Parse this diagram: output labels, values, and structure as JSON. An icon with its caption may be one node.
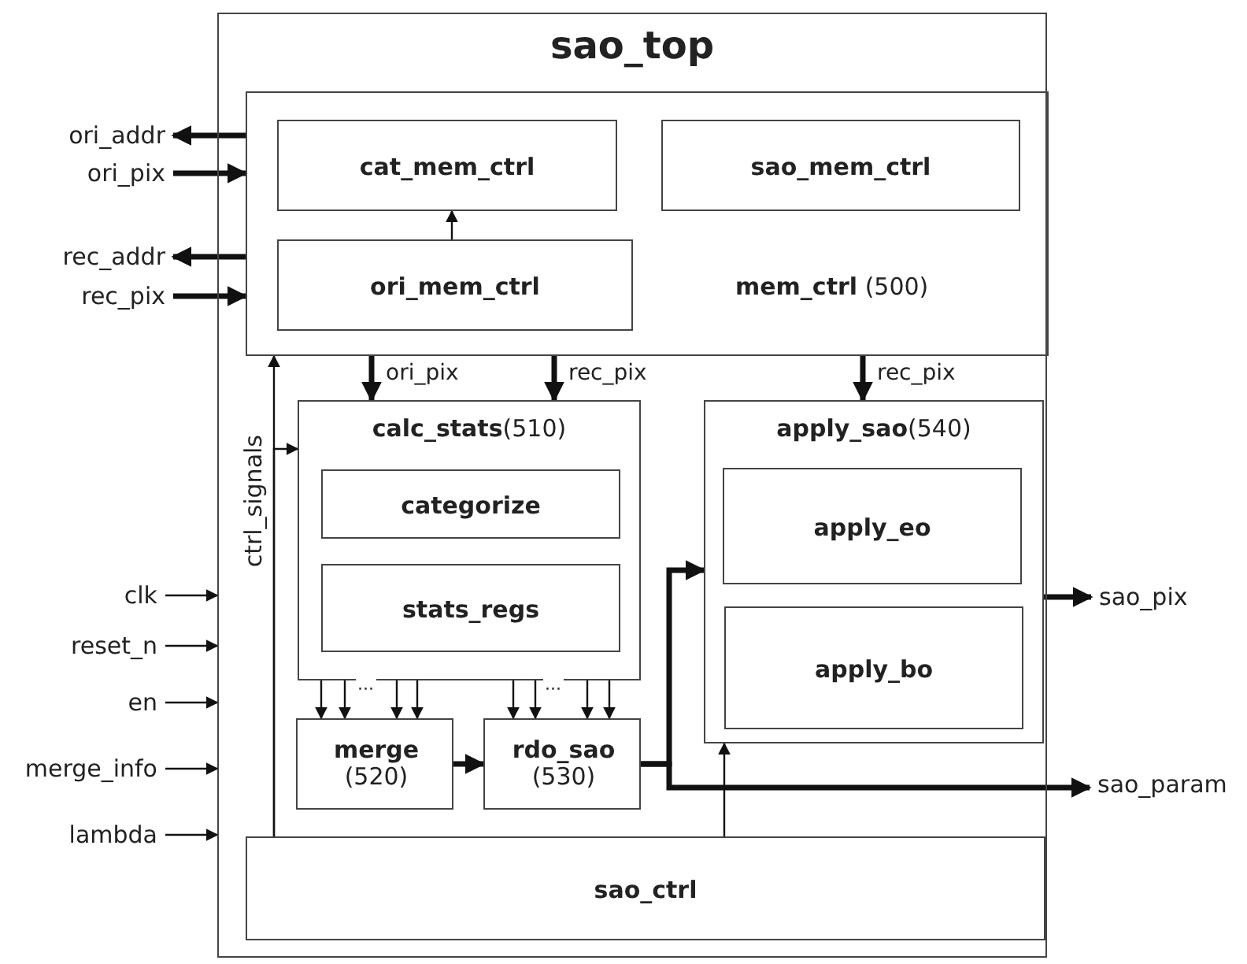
{
  "diagram": {
    "nodes": [
      {
        "text": [
          "sao_top"
        ]
      },
      {
        "text": [
          "**mem_ctrl** (500)"
        ],
        "in": 0
      },
      {
        "text": [
          "cat_mem_ctrl"
        ],
        "in": 1
      },
      {
        "text": [
          "sao_mem_ctrl"
        ],
        "in": 1
      },
      {
        "text": [
          "ori_mem_ctrl"
        ],
        "in": 1
      },
      {
        "text": [
          "**calc_stats**(510)"
        ],
        "in": 0
      },
      {
        "text": [
          "categorize"
        ],
        "in": 5
      },
      {
        "text": [
          "stats_regs"
        ],
        "in": 5
      },
      {
        "text": [
          "**apply_sao**(540)"
        ],
        "in": 0
      },
      {
        "text": [
          "apply_eo"
        ],
        "in": 8
      },
      {
        "text": [
          "apply_bo"
        ],
        "in": 8
      },
      {
        "text": [
          "**merge** (520)"
        ],
        "in": 0
      },
      {
        "text": [
          "**rdo_sao** (530)"
        ],
        "in": 0
      },
      {
        "text": [
          "sao_ctrl"
        ],
        "in": 0
      },
      {
        "text": [
          "ori_addr"
        ]
      },
      {
        "text": [
          "ori_pix"
        ]
      },
      {
        "text": [
          "rec_addr"
        ]
      },
      {
        "text": [
          "rec_pix"
        ]
      },
      {
        "text": [
          "clk"
        ]
      },
      {
        "text": [
          "reset_n"
        ]
      },
      {
        "text": [
          "en"
        ]
      },
      {
        "text": [
          "merge_info"
        ]
      },
      {
        "text": [
          "lambda"
        ]
      },
      {
        "text": [
          "sao_pix"
        ]
      },
      {
        "text": [
          "sao_param"
        ]
      }
    ],
    "edges": [
      {
        "from": 1,
        "to": 14,
        "arrow": "to",
        "style": "thick"
      },
      {
        "from": 15,
        "to": 1,
        "arrow": "to",
        "style": "thick"
      },
      {
        "from": 1,
        "to": 16,
        "arrow": "to",
        "style": "thick"
      },
      {
        "from": 17,
        "to": 1,
        "arrow": "to",
        "style": "thick"
      },
      {
        "from": 4,
        "to": 2,
        "arrow": "to"
      },
      {
        "from": 1,
        "to": 5,
        "arrow": "to",
        "label": "ori_pix",
        "style": "thick"
      },
      {
        "from": 1,
        "to": 5,
        "arrow": "to",
        "label": "rec_pix",
        "style": "thick"
      },
      {
        "from": 1,
        "to": 8,
        "arrow": "to",
        "label": "rec_pix",
        "style": "thick"
      },
      {
        "from": 18,
        "to": 0,
        "arrow": "to"
      },
      {
        "from": 19,
        "to": 0,
        "arrow": "to"
      },
      {
        "from": 20,
        "to": 0,
        "arrow": "to"
      },
      {
        "from": 21,
        "to": 0,
        "arrow": "to"
      },
      {
        "from": 22,
        "to": 0,
        "arrow": "to"
      },
      {
        "from": 13,
        "to": 1,
        "arrow": "to",
        "label": "ctrl_signals"
      },
      {
        "from": 13,
        "to": 5,
        "arrow": "to"
      },
      {
        "from": 5,
        "to": 11,
        "arrow": "to"
      },
      {
        "from": 5,
        "to": 11,
        "arrow": "to"
      },
      {
        "from": 5,
        "to": 11,
        "arrow": "to"
      },
      {
        "from": 5,
        "to": 11,
        "arrow": "to"
      },
      {
        "from": 5,
        "to": 12,
        "arrow": "to"
      },
      {
        "from": 5,
        "to": 12,
        "arrow": "to"
      },
      {
        "from": 5,
        "to": 12,
        "arrow": "to"
      },
      {
        "from": 5,
        "to": 12,
        "arrow": "to"
      },
      {
        "from": 11,
        "to": 12,
        "arrow": "to",
        "style": "thick"
      },
      {
        "from": 12,
        "to": 8,
        "arrow": "to",
        "style": "thick"
      },
      {
        "from": 12,
        "to": 24,
        "arrow": "to",
        "style": "thick"
      },
      {
        "from": 8,
        "to": 23,
        "arrow": "to",
        "style": "thick"
      },
      {
        "from": 13,
        "to": 8,
        "arrow": "to"
      }
    ],
    "labels": [
      "···",
      "···"
    ]
  }
}
